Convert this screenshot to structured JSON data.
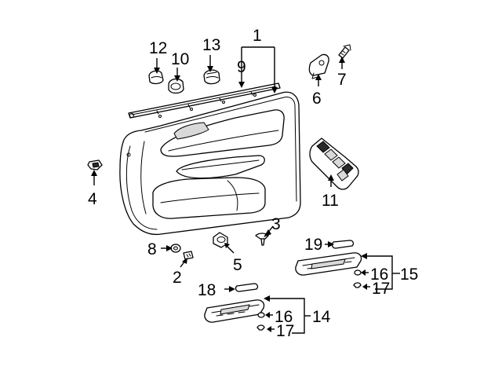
{
  "callouts": {
    "c1": "1",
    "c2": "2",
    "c3": "3",
    "c4": "4",
    "c5": "5",
    "c6": "6",
    "c7": "7",
    "c8": "8",
    "c9": "9",
    "c10": "10",
    "c11": "11",
    "c12": "12",
    "c13": "13",
    "c14": "14",
    "c15": "15",
    "c16a": "16",
    "c16b": "16",
    "c17a": "17",
    "c17b": "17",
    "c18": "18",
    "c19": "19"
  },
  "colors": {
    "line": "#000000",
    "background": "#ffffff",
    "shade": "#d9d9d9"
  }
}
